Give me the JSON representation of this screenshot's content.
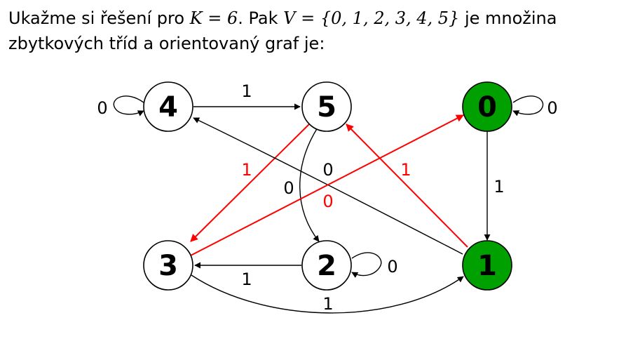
{
  "intro": {
    "line1_text1": "Ukažme si řešení pro ",
    "line1_math1": "K = 6",
    "line1_text2": ". Pak ",
    "line1_math2": "V = {0, 1, 2, 3, 4, 5}",
    "line1_text3": " je množina",
    "line2": "zbytkových tříd a orientovaný graf je:"
  },
  "colors": {
    "node_fill_default": "#ffffff",
    "node_fill_highlight": "#00a000",
    "edge_default": "#000000",
    "edge_highlight": "#ff0000"
  },
  "graph": {
    "nodes": [
      {
        "id": "4",
        "label": "4",
        "highlighted": false
      },
      {
        "id": "5",
        "label": "5",
        "highlighted": false
      },
      {
        "id": "0",
        "label": "0",
        "highlighted": true
      },
      {
        "id": "3",
        "label": "3",
        "highlighted": false
      },
      {
        "id": "2",
        "label": "2",
        "highlighted": false
      },
      {
        "id": "1",
        "label": "1",
        "highlighted": true
      }
    ],
    "edges": [
      {
        "from": "4",
        "to": "4",
        "label": "0",
        "highlighted": false
      },
      {
        "from": "4",
        "to": "5",
        "label": "1",
        "highlighted": false
      },
      {
        "from": "0",
        "to": "0",
        "label": "0",
        "highlighted": false
      },
      {
        "from": "5",
        "to": "3",
        "label": "1",
        "highlighted": true
      },
      {
        "from": "5",
        "to": "2",
        "label": "0",
        "highlighted": false
      },
      {
        "from": "1",
        "to": "4",
        "label": "0",
        "highlighted": false
      },
      {
        "from": "3",
        "to": "0",
        "label": "0",
        "highlighted": true
      },
      {
        "from": "1",
        "to": "5",
        "label": "1",
        "highlighted": true
      },
      {
        "from": "0",
        "to": "1",
        "label": "1",
        "highlighted": false
      },
      {
        "from": "2",
        "to": "3",
        "label": "1",
        "highlighted": false
      },
      {
        "from": "2",
        "to": "2",
        "label": "0",
        "highlighted": false
      },
      {
        "from": "3",
        "to": "1",
        "label": "1",
        "highlighted": false
      }
    ]
  }
}
